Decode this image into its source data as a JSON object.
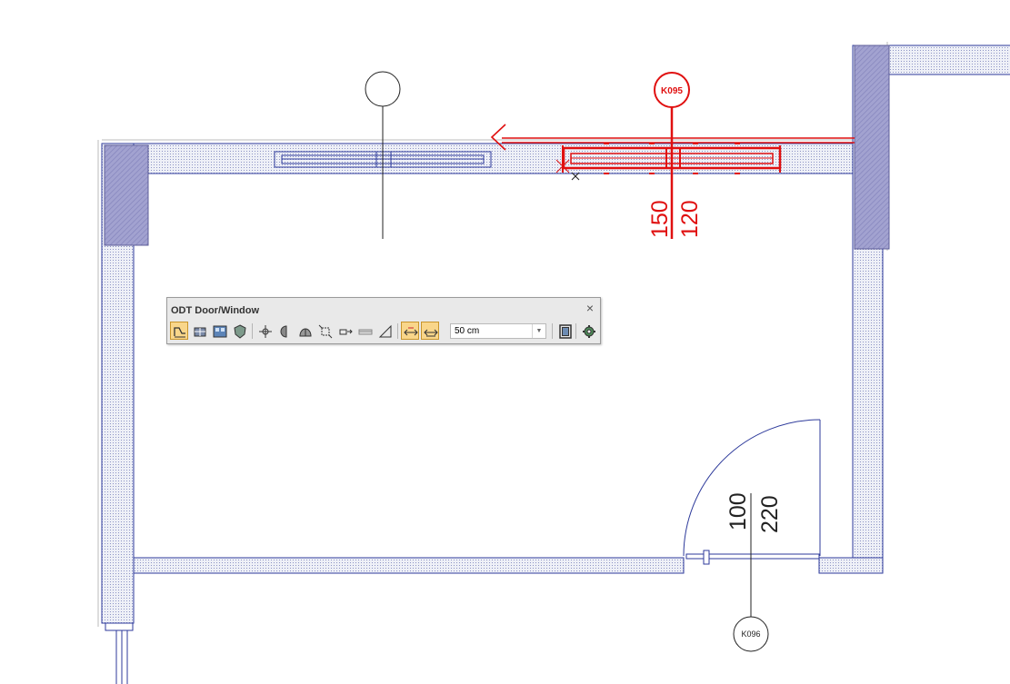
{
  "plan": {
    "tag_k095": "K095",
    "tag_k096": "K096",
    "window_sill_height": "150",
    "window_height": "120",
    "door_width": "100",
    "door_height": "220"
  },
  "toolbar": {
    "title": "ODT Door/Window",
    "close_icon": "×",
    "distance_select": {
      "value": "50 cm",
      "arrow": "▼"
    }
  },
  "colors": {
    "wall_outline": "#2d3a9b",
    "wall_fill": "#e6e9f4",
    "column_fill": "#9c9ccc",
    "selection_red": "#e01010",
    "toolbar_active": "#f9d68a"
  }
}
